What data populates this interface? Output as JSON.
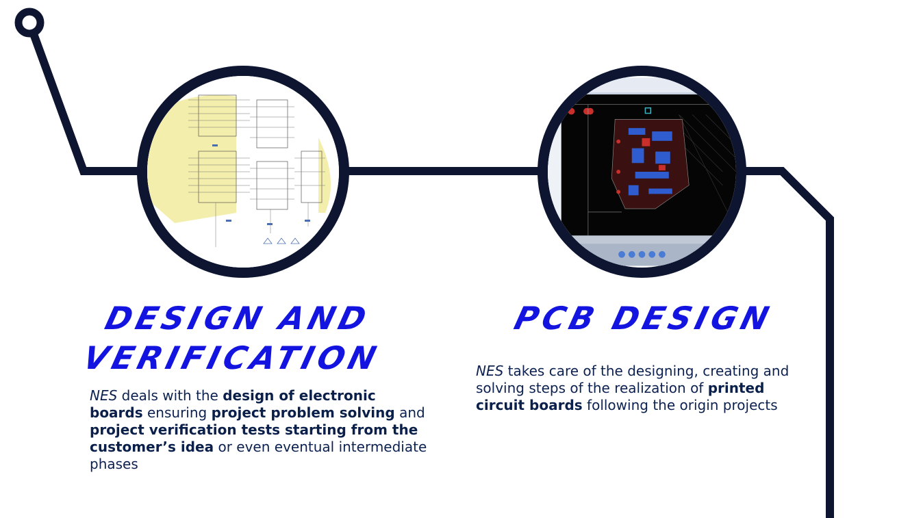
{
  "colors": {
    "track": "#0d1530",
    "title": "#1414e0",
    "text": "#0c2150"
  },
  "sections": [
    {
      "id": "design-verification",
      "title_line1": "DESIGN AND",
      "title_line2": "VERIFICATION",
      "image_icon": "schematic-image",
      "desc_company": "NES",
      "desc_t1": " deals with the ",
      "desc_b1": "design of electronic boards",
      "desc_t2": " ensuring ",
      "desc_b2": "project problem solving",
      "desc_t3": " and ",
      "desc_b3": "project verification tests starting from the customer’s idea",
      "desc_t4": " or even eventual intermediate phases"
    },
    {
      "id": "pcb-design",
      "title_line1": "PCB DESIGN",
      "image_icon": "pcb-layout-image",
      "desc_company": "NES",
      "desc_t1": " takes care of the designing, creating and solving steps of the realization of ",
      "desc_b1": "printed circuit boards",
      "desc_t2": " following the origin projects"
    }
  ]
}
